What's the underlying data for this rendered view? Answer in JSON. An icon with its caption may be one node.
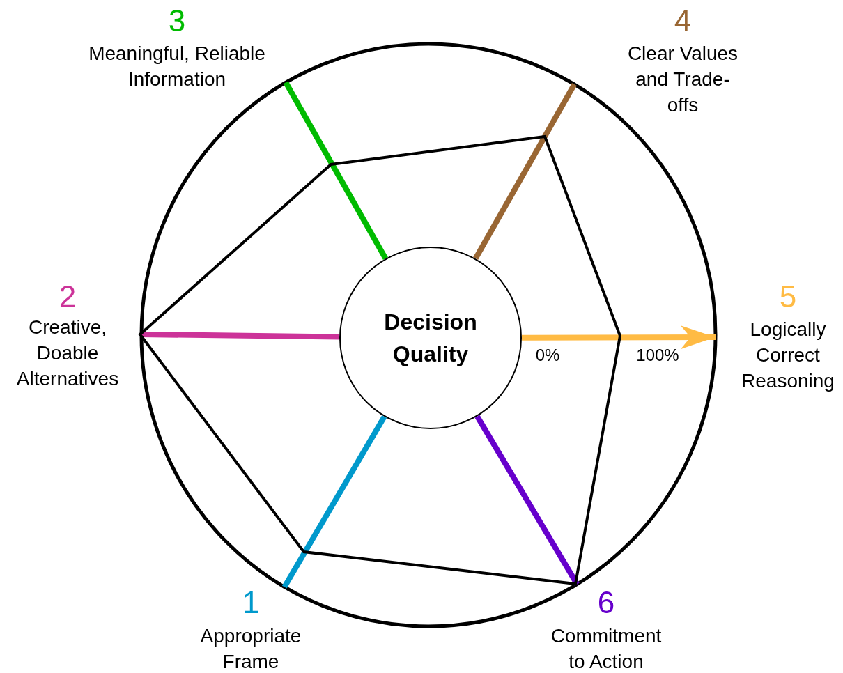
{
  "diagram": {
    "nodes": [
      {
        "text": [],
        "shape": "circle"
      },
      {
        "text": [
          "Decision Quality"
        ],
        "in": 0
      }
    ],
    "edges": [
      {
        "from": 1,
        "to": 0,
        "arrow": "none",
        "color": "#0099cc"
      },
      {
        "from": 1,
        "to": 0,
        "arrow": "none",
        "color": "#cc3399"
      },
      {
        "from": 1,
        "to": 0,
        "arrow": "none",
        "color": "#00bb00"
      },
      {
        "from": 1,
        "to": 0,
        "arrow": "none",
        "color": "#996633"
      },
      {
        "from": 1,
        "to": 0,
        "arrow": "to",
        "color": "#ffbb44"
      },
      {
        "from": 1,
        "to": 0,
        "arrow": "none",
        "color": "#6600cc"
      }
    ],
    "labels": [
      "3",
      "Meaningful, Reliable Information",
      "4",
      "Clear Values and Trade-offs",
      "2",
      "Creative, Doable Alternatives",
      "5",
      "Logically Correct Reasoning",
      "0%",
      "100%",
      "1",
      "Appropriate Frame",
      "6",
      "Commitment to Action"
    ]
  }
}
